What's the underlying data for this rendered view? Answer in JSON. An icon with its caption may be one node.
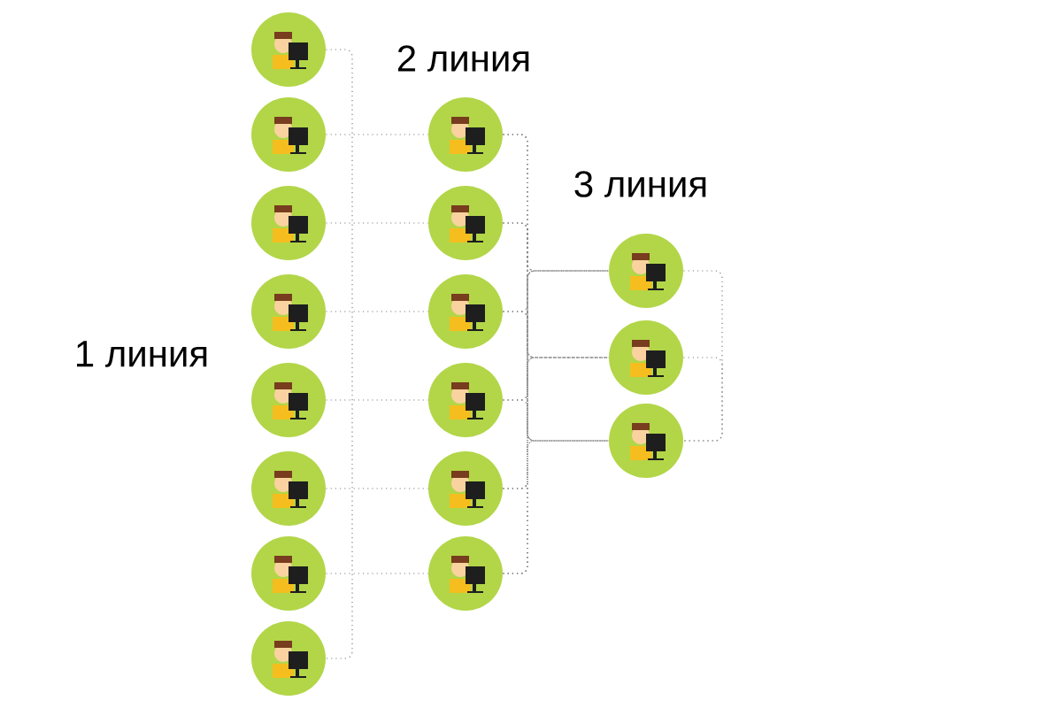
{
  "diagram": {
    "nodes": [
      {
        "text": [],
        "shape": "picture"
      },
      {
        "text": [],
        "shape": "picture"
      },
      {
        "text": [],
        "shape": "picture"
      },
      {
        "text": [],
        "shape": "picture"
      },
      {
        "text": [],
        "shape": "picture"
      },
      {
        "text": [],
        "shape": "picture"
      },
      {
        "text": [],
        "shape": "picture"
      },
      {
        "text": [],
        "shape": "picture"
      },
      {
        "text": [],
        "shape": "picture"
      },
      {
        "text": [],
        "shape": "picture"
      },
      {
        "text": [],
        "shape": "picture"
      },
      {
        "text": [],
        "shape": "picture"
      },
      {
        "text": [],
        "shape": "picture"
      },
      {
        "text": [],
        "shape": "picture"
      },
      {
        "text": [],
        "shape": "picture"
      },
      {
        "text": [],
        "shape": "picture"
      },
      {
        "text": [],
        "shape": "picture"
      }
    ],
    "edges": [
      {
        "from": 0,
        "to": 7,
        "arrow": "none"
      },
      {
        "from": 1,
        "to": 8,
        "arrow": "none"
      },
      {
        "from": 2,
        "to": 9,
        "arrow": "none"
      },
      {
        "from": 3,
        "to": 10,
        "arrow": "none"
      },
      {
        "from": 4,
        "to": 11,
        "arrow": "none"
      },
      {
        "from": 5,
        "to": 12,
        "arrow": "none"
      },
      {
        "from": 6,
        "to": 13,
        "arrow": "none"
      },
      {
        "from": 8,
        "to": 14,
        "arrow": "none"
      },
      {
        "from": 8,
        "to": 15,
        "arrow": "none"
      },
      {
        "from": 8,
        "to": 16,
        "arrow": "none"
      },
      {
        "from": 9,
        "to": 14,
        "arrow": "none"
      },
      {
        "from": 9,
        "to": 15,
        "arrow": "none"
      },
      {
        "from": 9,
        "to": 16,
        "arrow": "none"
      },
      {
        "from": 10,
        "to": 14,
        "arrow": "none"
      },
      {
        "from": 10,
        "to": 15,
        "arrow": "none"
      },
      {
        "from": 10,
        "to": 16,
        "arrow": "none"
      },
      {
        "from": 11,
        "to": 14,
        "arrow": "none"
      },
      {
        "from": 11,
        "to": 15,
        "arrow": "none"
      },
      {
        "from": 11,
        "to": 16,
        "arrow": "none"
      },
      {
        "from": 12,
        "to": 14,
        "arrow": "none"
      },
      {
        "from": 12,
        "to": 15,
        "arrow": "none"
      },
      {
        "from": 12,
        "to": 16,
        "arrow": "none"
      },
      {
        "from": 13,
        "to": 14,
        "arrow": "none"
      },
      {
        "from": 13,
        "to": 15,
        "arrow": "none"
      },
      {
        "from": 13,
        "to": 16,
        "arrow": "none"
      },
      {
        "from": 14,
        "to": 16,
        "arrow": "none"
      },
      {
        "from": 15,
        "to": 16,
        "arrow": "none"
      }
    ],
    "labels": [
      "2 линия",
      "3 линия",
      "1 линия"
    ]
  }
}
